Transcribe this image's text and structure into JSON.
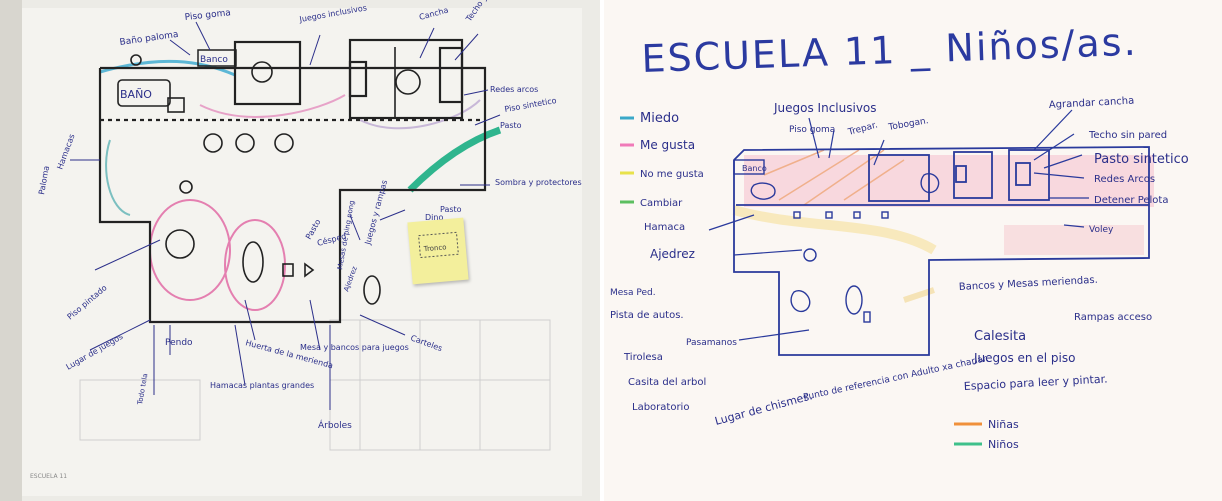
{
  "left_map": {
    "labels": {
      "bano_palomas": "Baño paloma",
      "piso_goma": "Piso goma",
      "banco": "Banco",
      "bano": "BAÑO",
      "juegos_inclusivos": "Juegos inclusivos",
      "cancha": "Cancha",
      "techo": "Techo y pared",
      "redes_arcos": "Redes arcos",
      "piso_sintetico": "Piso sintetico",
      "pasto": "Pasto",
      "sombra": "Sombra y protectores",
      "paloma": "Paloma",
      "hamacas": "Hamacas",
      "pasto_nino": "Pasto",
      "juegos_y_rampas": "Juegos y rampas",
      "cesped": "Césped",
      "patio_juegos": "Mesas de ping pong",
      "pintados": "Piso pintado",
      "lugar_juegos": "Lugar de juegos",
      "tronco": "Tronco",
      "pendo": "Pendo",
      "huerta": "Huerta de la merienda",
      "hamacas_plantas": "Hamacas plantas grandes",
      "todo_tela": "Todo tela",
      "mesa": "Mesa y bancos para juegos",
      "arboles": "Árboles",
      "carteles": "Carteles",
      "dino": "Dino",
      "cuadra": "Pasto",
      "ajedrez": "Ajedrez",
      "sticky_text": "Tronco",
      "footer": "ESCUELA 11"
    }
  },
  "right_map": {
    "title": "ESCUELA 11 _ Niños/as.",
    "legend": [
      {
        "label": "Miedo",
        "color": "#3aa8c8"
      },
      {
        "label": "Me gusta",
        "color": "#f07ab8"
      },
      {
        "label": "No me gusta",
        "color": "#e8e24a"
      },
      {
        "label": "Cambiar",
        "color": "#5cbf60"
      }
    ],
    "labels": {
      "juegos_inclusivos": "Juegos Inclusivos",
      "piso_goma": "Piso goma",
      "trepar": "Trepar.",
      "tobogan": "Tobogan.",
      "agrandar_cancha": "Agrandar cancha",
      "techo_sin_pared": "Techo sin pared",
      "pasto_sintetico": "Pasto sintetico",
      "redes_arcos": "Redes Arcos",
      "detener_pelota": "Detener Pelota",
      "banco": "Banco",
      "hamaca": "Hamaca",
      "ajedrez": "Ajedrez",
      "voley": "Voley",
      "mesa_ped": "Mesa Ped.",
      "pista_autos": "Pista de autos.",
      "pasamanos": "Pasamanos",
      "tirolesa": "Tirolesa",
      "casita_arbol": "Casita del arbol",
      "laboratorio": "Laboratorio",
      "lugar_chismes": "Lugar de chismes.",
      "punto_referencia": "Punto de referencia con Adulto xa charlar.",
      "bancos_mesas": "Bancos y Mesas meriendas.",
      "rampas": "Rampas acceso",
      "calesita": "Calesita",
      "juegos_piso": "Juegos en el piso",
      "espacio_leer": "Espacio para leer y pintar.",
      "ninas": "Niñas",
      "ninos": "Niños"
    },
    "gender_legend": [
      {
        "label": "Niñas",
        "color": "#f0903a"
      },
      {
        "label": "Niños",
        "color": "#3ec08a"
      }
    ]
  }
}
